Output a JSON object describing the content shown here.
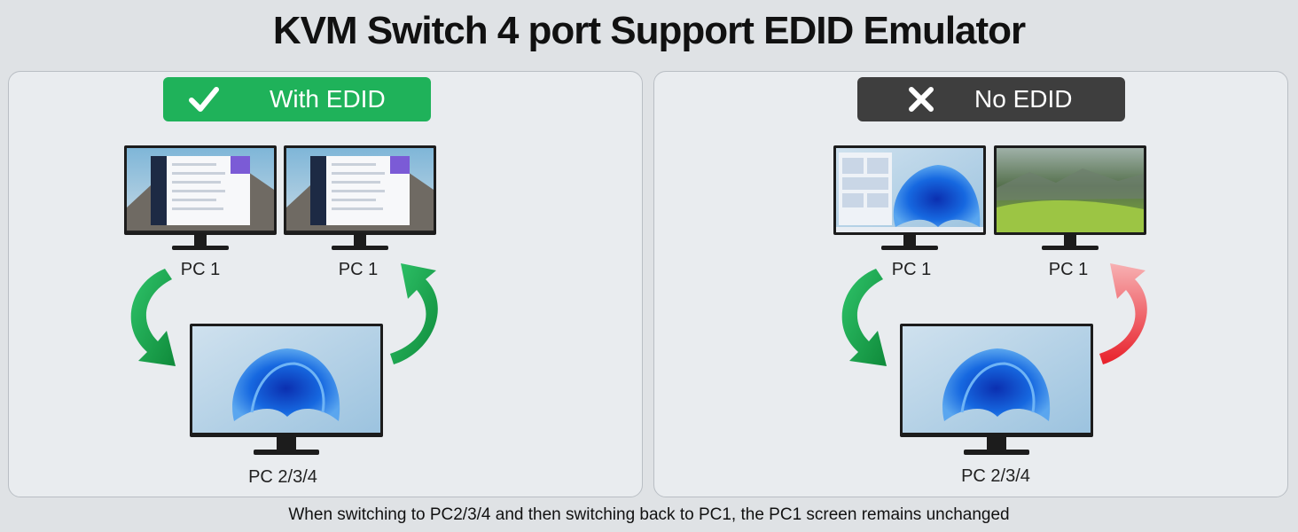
{
  "title": "KVM Switch 4 port Support EDID Emulator",
  "left_panel": {
    "badge_icon": "check-icon",
    "badge_label": "With EDID",
    "badge_color": "#1fb25a",
    "top_left_label": "PC 1",
    "top_right_label": "PC 1",
    "bottom_label": "PC 2/3/4"
  },
  "right_panel": {
    "badge_icon": "close-icon",
    "badge_label": "No EDID",
    "badge_color": "#3e3e3e",
    "top_left_label": "PC 1",
    "top_right_label": "PC 1",
    "bottom_label": "PC 2/3/4"
  },
  "footer": "When switching to PC2/3/4 and then switching back to PC1, the PC1 screen remains unchanged",
  "colors": {
    "arrow_green": "#17a34a",
    "arrow_red": "#e8202a",
    "wallpaper_blue": "#1559d6"
  }
}
